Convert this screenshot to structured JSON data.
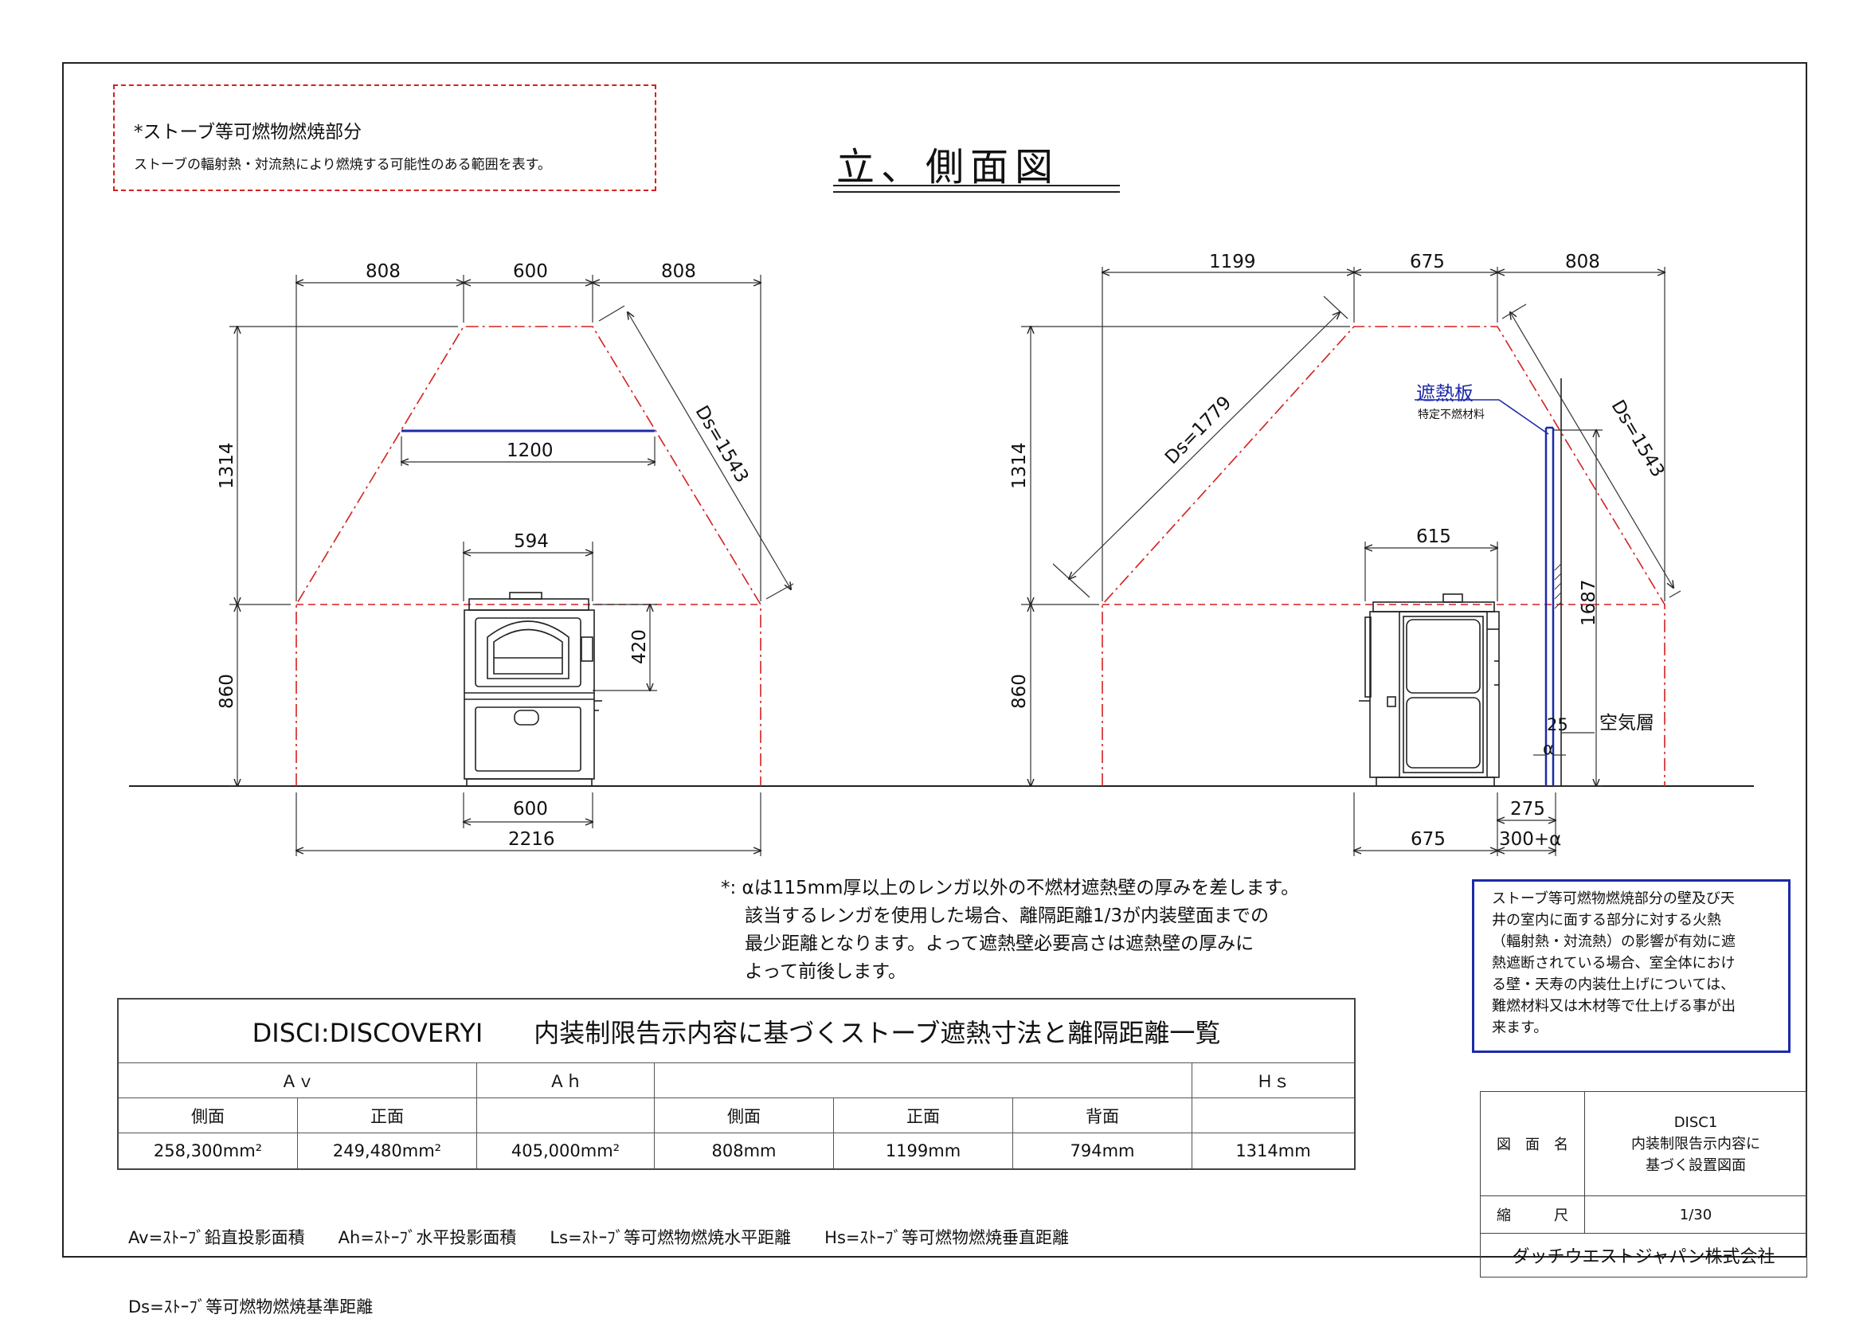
{
  "note": {
    "title": "*ストーブ等可燃物燃焼部分",
    "text": "ストーブの輻射熱・対流熱により燃焼する可能性のある範囲を表す。"
  },
  "drawing": {
    "title": "立、側面図"
  },
  "front": {
    "dim_top_left": "808",
    "dim_top_mid": "600",
    "dim_top_right": "808",
    "dim_shield": "1200",
    "dim_stove_top": "594",
    "dim_stove_bottom": "600",
    "dim_total": "2216",
    "dim_height_upper": "1314",
    "dim_height_lower": "860",
    "dim_door": "420",
    "ds_label": "Ds=1543"
  },
  "side": {
    "dim_top_left": "1199",
    "dim_top_mid": "675",
    "dim_top_right": "808",
    "dim_stove_top": "615",
    "dim_bottom_left": "675",
    "dim_bottom_right_upper": "275",
    "dim_bottom_right_lower": "300+α",
    "dim_height_upper": "1314",
    "dim_height_lower": "860",
    "dim_wall_height": "1687",
    "dim_gap": "25",
    "alpha_symbol": "α",
    "ds_left": "Ds=1779",
    "ds_right": "Ds=1543",
    "shield_title": "遮熱板",
    "shield_sub": "特定不燃材料",
    "air_layer": "空気層"
  },
  "alpha_note": {
    "lines": [
      "*: αは115mm厚以上のレンガ以外の不燃材遮熱壁の厚みを差します。",
      "該当するレンガを使用した場合、離隔距離1/3が内装壁面までの",
      "最少距離となります。よって遮熱壁必要高さは遮熱壁の厚みに",
      "よって前後します。"
    ]
  },
  "blue_note": {
    "lines": [
      "ストーブ等可燃物燃焼部分の壁及び天",
      "井の室内に面する部分に対する火熱",
      "（輻射熱・対流熱）の影響が有効に遮",
      "熱遮断されている場合、室全体におけ",
      "る壁・天寿の内装仕上げについては、",
      "難燃材料又は木材等で仕上げる事が出",
      "来ます。"
    ]
  },
  "table": {
    "title": "DISCⅠ:DISCOVERYⅠ　　内装制限告示内容に基づくストーブ遮熱寸法と離隔距離一覧",
    "group_av": "Ａｖ",
    "group_ah": "Ａｈ",
    "group_ls": "",
    "group_hs": "Ｈｓ",
    "sub": [
      "側面",
      "正面",
      "",
      "側面",
      "正面",
      "背面",
      ""
    ],
    "values": [
      "258,300mm²",
      "249,480mm²",
      "405,000mm²",
      "808mm",
      "1199mm",
      "794mm",
      "1314mm"
    ]
  },
  "legend": {
    "line1": "Av=ｽﾄｰﾌﾞ鉛直投影面積　　Ah=ｽﾄｰﾌﾞ水平投影面積　　Ls=ｽﾄｰﾌﾞ等可燃物燃焼水平距離　　Hs=ｽﾄｰﾌﾞ等可燃物燃焼垂直距離",
    "line2": "Ds=ｽﾄｰﾌﾞ等可燃物燃焼基準距離"
  },
  "title_block": {
    "drawing_name_label": "図　面　名",
    "drawing_name_1": "DISC1",
    "drawing_name_2": "内装制限告示内容に",
    "drawing_name_3": "基づく設置図面",
    "scale_label": "縮　　　尺",
    "scale_value": "1/30",
    "company": "ダッチウエストジャパン株式会社"
  },
  "colors": {
    "red_dash": "#d42020",
    "blue": "#1d2aa8",
    "line": "#222222"
  }
}
